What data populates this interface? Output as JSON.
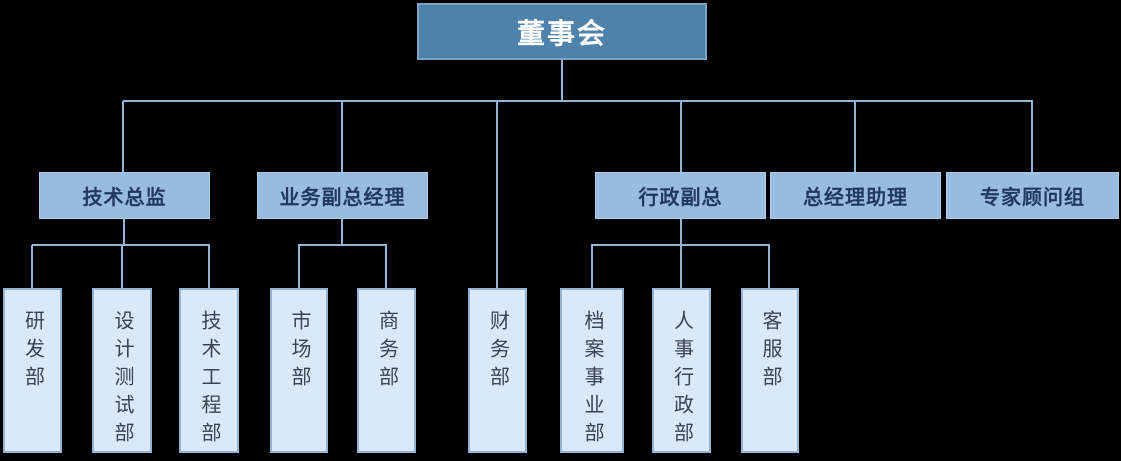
{
  "chart_type": "org-chart",
  "nodes": {
    "board": "董事会",
    "tech": "技术总监",
    "biz": "业务副总经理",
    "admin": "行政副总",
    "assistant": "总经理助理",
    "expert": "专家顾问组",
    "rd": "研发部",
    "design": "设计测试部",
    "engineering": "技术工程部",
    "marketing": "市场部",
    "commerce": "商务部",
    "finance": "财务部",
    "archives": "档案事业部",
    "hr": "人事行政部",
    "service": "客服部"
  },
  "structure": {
    "root": "董事会",
    "children": [
      {
        "label": "技术总监",
        "children": [
          "研发部",
          "设计测试部",
          "技术工程部"
        ]
      },
      {
        "label": "业务副总经理",
        "children": [
          "市场部",
          "商务部"
        ]
      },
      {
        "label": "财务部",
        "children": []
      },
      {
        "label": "行政副总",
        "children": [
          "档案事业部",
          "人事行政部",
          "客服部"
        ]
      },
      {
        "label": "总经理助理",
        "children": []
      },
      {
        "label": "专家顾问组",
        "children": []
      }
    ]
  },
  "colors": {
    "background": "#000000",
    "level1_fill": "#4E82AB",
    "level1_text": "#FFFFFF",
    "level2_fill": "#97BCE0",
    "level2_text": "#1F3A5C",
    "level3_fill": "#D9E8FB",
    "level3_border": "#95B3D7",
    "level3_text": "#3B4552",
    "connector": "#95B3D7"
  }
}
